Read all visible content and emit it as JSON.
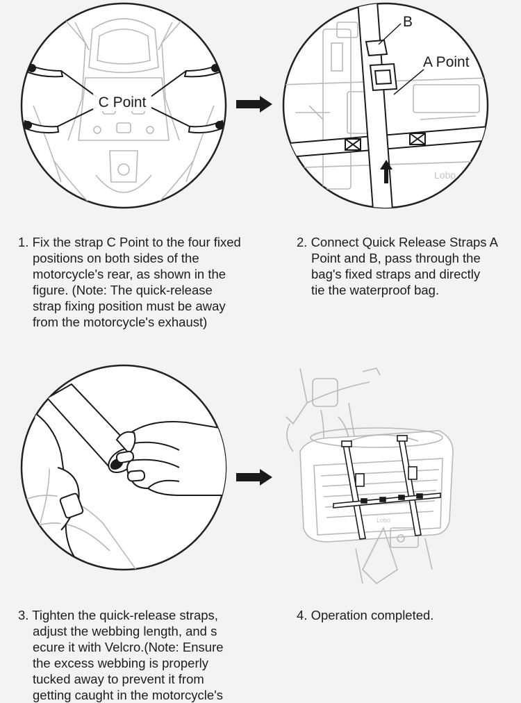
{
  "labels": {
    "c_point": "C Point",
    "b": "B",
    "a_point": "A Point"
  },
  "steps": [
    {
      "lines": [
        "1. Fix the strap C Point to the four fixed",
        "positions on both sides of the",
        "motorcycle's rear, as shown in the",
        "figure. (Note: The quick-release",
        "strap fixing position must be away",
        "from the motorcycle's exhaust)"
      ]
    },
    {
      "lines": [
        "2. Connect Quick Release Straps A",
        "Point and B, pass through the",
        "bag's fixed straps and directly",
        "tie the waterproof bag."
      ]
    },
    {
      "lines": [
        "3. Tighten the quick-release straps,",
        "adjust the webbing length, and s",
        "ecure it with Velcro.(Note: Ensure",
        "the excess webbing is properly",
        "tucked away to prevent it from",
        "getting caught in the motorcycle's"
      ]
    },
    {
      "lines": [
        "4. Operation completed."
      ]
    }
  ],
  "colors": {
    "background": "#f3f3f3",
    "line_art": "#2a2a2a",
    "arrow": "#1a1a1a"
  }
}
